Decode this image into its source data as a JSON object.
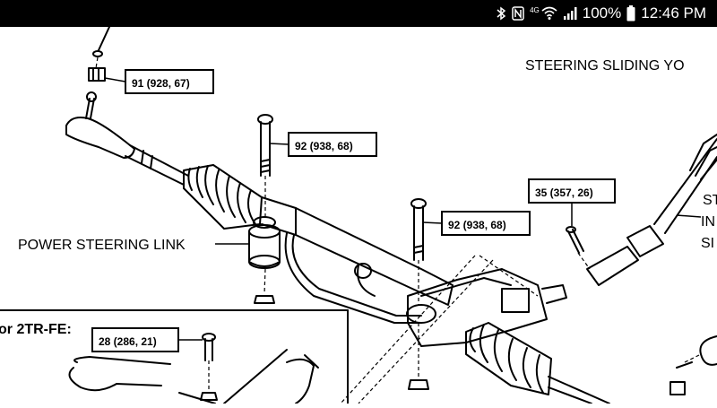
{
  "status_bar": {
    "icons": [
      "bluetooth-icon",
      "nfc-icon",
      "wifi-icon",
      "signal-icon"
    ],
    "network_type": "4G",
    "battery": "100%",
    "time": "12:46 PM"
  },
  "diagram": {
    "top_right_label": "STEERING SLIDING YO",
    "side_label_1": "ST",
    "side_label_2": "IN",
    "side_label_3": "SI",
    "link_label": "POWER STEERING LINK",
    "inset_label": "or 2TR-FE:",
    "torque_callouts": [
      "91 (928, 67)",
      "92 (938, 68)",
      "92 (938, 68)",
      "35 (357, 26)",
      "28 (286, 21)"
    ]
  }
}
